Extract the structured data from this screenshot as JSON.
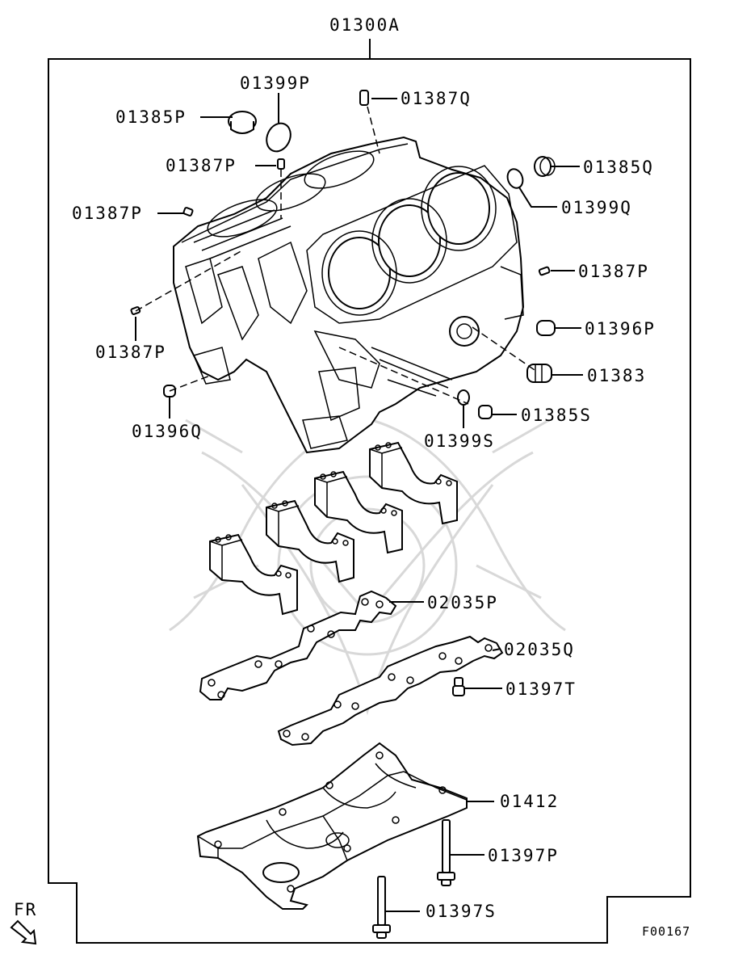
{
  "diagram": {
    "assembly_label": "01300A",
    "figure_code": "F00167",
    "direction_label": "FR",
    "callouts": {
      "c01399P": "01399P",
      "c01385P": "01385P",
      "c01387Q": "01387Q",
      "c01387P_a": "01387P",
      "c01387P_b": "01387P",
      "c01387P_c": "01387P",
      "c01387P_d": "01387P",
      "c01385Q": "01385Q",
      "c01399Q": "01399Q",
      "c01396P": "01396P",
      "c01383": "01383",
      "c01385S": "01385S",
      "c01399S": "01399S",
      "c01396Q": "01396Q",
      "c02035P": "02035P",
      "c02035Q": "02035Q",
      "c01397T": "01397T",
      "c01412": "01412",
      "c01397P": "01397P",
      "c01397S": "01397S"
    }
  }
}
